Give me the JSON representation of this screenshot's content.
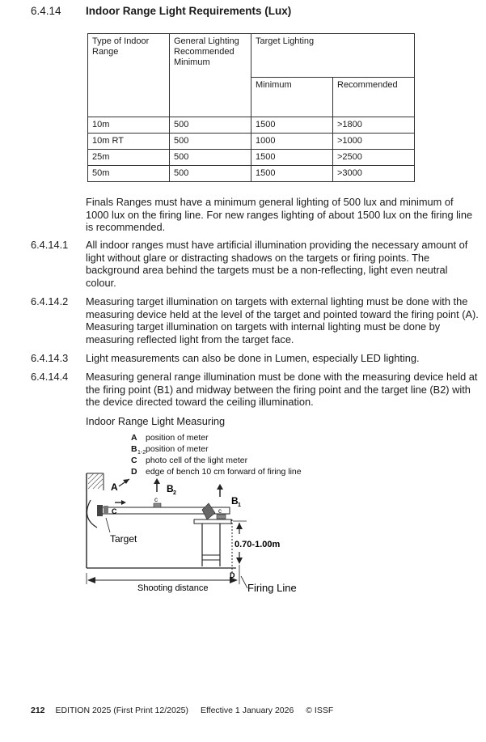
{
  "section": {
    "number": "6.4.14",
    "title": "Indoor Range Light Requirements (Lux)"
  },
  "table": {
    "headers": {
      "type": "Type of Indoor Range",
      "general": "General Lighting Recommended Minimum",
      "target": "Target Lighting",
      "minimum": "Minimum",
      "recommended": "Recommended"
    },
    "rows": [
      [
        "10m",
        "500",
        "1500",
        ">1800"
      ],
      [
        "10m RT",
        "500",
        "1000",
        ">1000"
      ],
      [
        "25m",
        "500",
        "1500",
        ">2500"
      ],
      [
        "50m",
        "500",
        "1500",
        ">3000"
      ]
    ]
  },
  "paragraphs": {
    "intro": "Finals Ranges must have a minimum general lighting of 500 lux and minimum of 1000 lux on the firing line. For new ranges lighting of about 1500 lux on the firing line is recommended.",
    "p1_num": "6.4.14.1",
    "p1": "All indoor ranges must have artificial illumination providing the necessary amount of light without glare or distracting shadows on the targets or firing points. The background area behind the targets must be a non-reflecting, light even neutral colour.",
    "p2_num": "6.4.14.2",
    "p2": "Measuring target illumination on targets with external lighting must be done with the measuring device held at the level of the target and pointed toward the firing point (A). Measuring target illumination on targets with internal lighting must be done by measuring reflected light from the target face.",
    "p3_num": "6.4.14.3",
    "p3": "Light measurements can also be done in Lumen, especially LED lighting.",
    "p4_num": "6.4.14.4",
    "p4": "Measuring general range illumination must be done with the measuring device held at the firing point (B1) and midway between the firing point and the target line (B2) with the device directed toward the ceiling illumination."
  },
  "figure": {
    "caption": "Indoor Range Light Measuring",
    "legend": [
      {
        "key": "A",
        "text": "position of meter"
      },
      {
        "key": "B",
        "sub": "1-2",
        "text": "position of meter"
      },
      {
        "key": "C",
        "text": "photo  cell of the light meter"
      },
      {
        "key": "D",
        "text": "edge of bench 10 cm forward of firing line"
      }
    ],
    "labels": {
      "a": "A",
      "b": "B",
      "b1_sub": "1",
      "b2_sub": "2",
      "c": "C",
      "c_small": "c",
      "d": "D",
      "target": "Target",
      "height": "0.70-1.00m",
      "distance": "Shooting distance",
      "firing_line": "Firing Line"
    }
  },
  "footer": {
    "page": "212",
    "edition": "EDITION 2025 (First Print 12/2025)",
    "effective": "Effective 1 January 2026",
    "copyright": "© ISSF"
  }
}
